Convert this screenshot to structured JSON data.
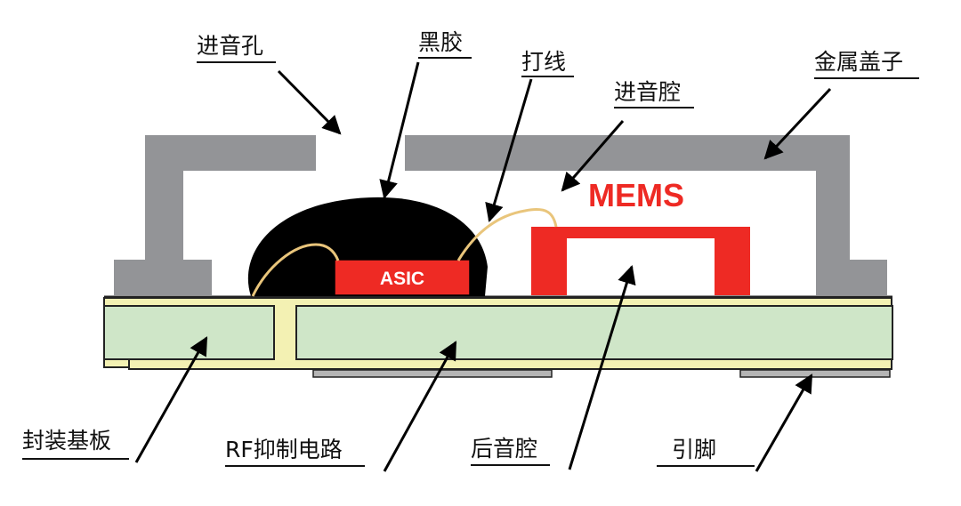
{
  "labels": {
    "sound_inlet": "进音孔",
    "black_glue": "黑胶",
    "wire_bond": "打线",
    "front_chamber": "进音腔",
    "metal_cap": "金属盖子",
    "substrate": "封装基板",
    "rf_circuit": "RF抑制电路",
    "back_chamber": "后音腔",
    "pin": "引脚"
  },
  "chips": {
    "asic": "ASIC",
    "mems": "MEMS"
  },
  "colors": {
    "cap_gray": "#939497",
    "board_green": "#cfe6c8",
    "board_yellow": "#f3f1b3",
    "chip_red": "#ee2a24",
    "wire_tan": "#e9c57b",
    "pad_gray": "#b5b5b5"
  }
}
